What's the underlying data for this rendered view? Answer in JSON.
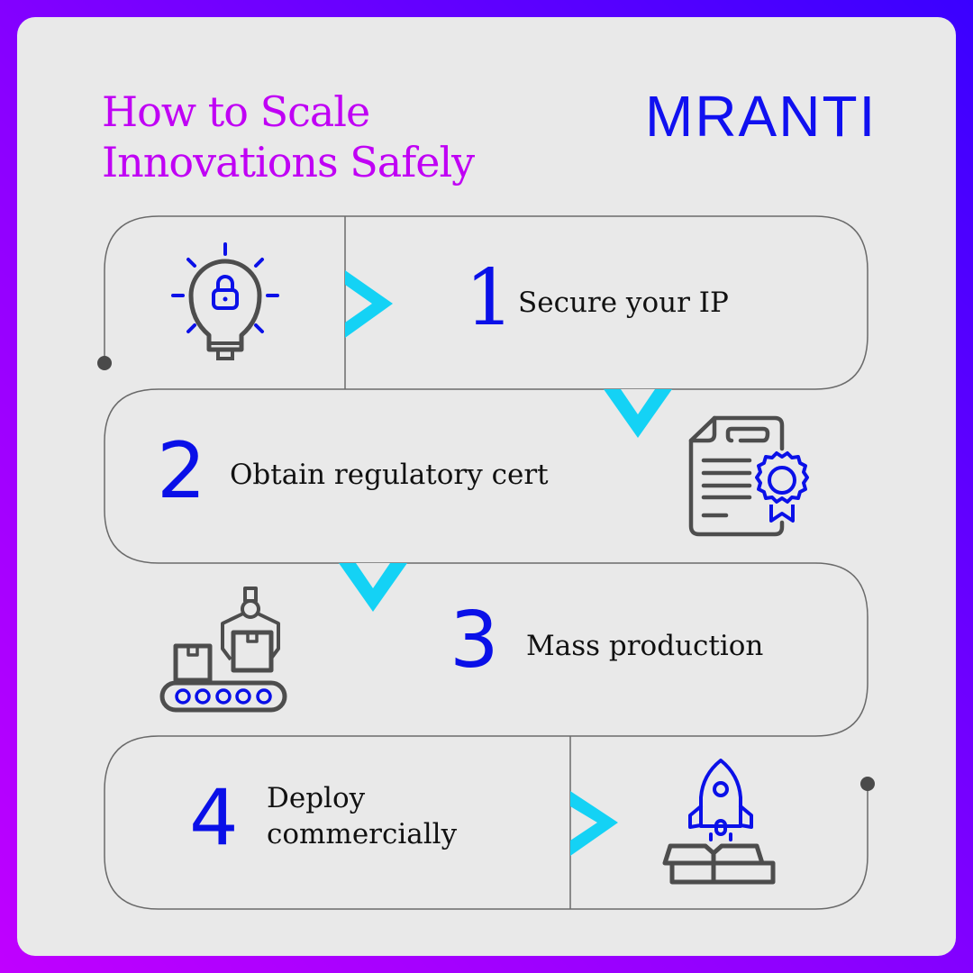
{
  "header": {
    "title_line1": "How to Scale",
    "title_line2": "Innovations Safely",
    "logo": "MRANTI"
  },
  "steps": [
    {
      "number": "1",
      "label": "Secure your IP",
      "icon": "lightbulb-lock-icon"
    },
    {
      "number": "2",
      "label": "Obtain regulatory cert",
      "icon": "certificate-icon"
    },
    {
      "number": "3",
      "label": "Mass production",
      "icon": "conveyor-factory-icon"
    },
    {
      "number": "4",
      "label_line1": "Deploy",
      "label_line2": "commercially",
      "icon": "rocket-box-icon"
    }
  ],
  "colors": {
    "title": "#c000f5",
    "brand_blue": "#0a10e8",
    "arrow_cyan": "#14d2f5",
    "line_gray": "#666666",
    "icon_gray": "#4d4d4d",
    "card_bg": "#e9e9e9"
  }
}
